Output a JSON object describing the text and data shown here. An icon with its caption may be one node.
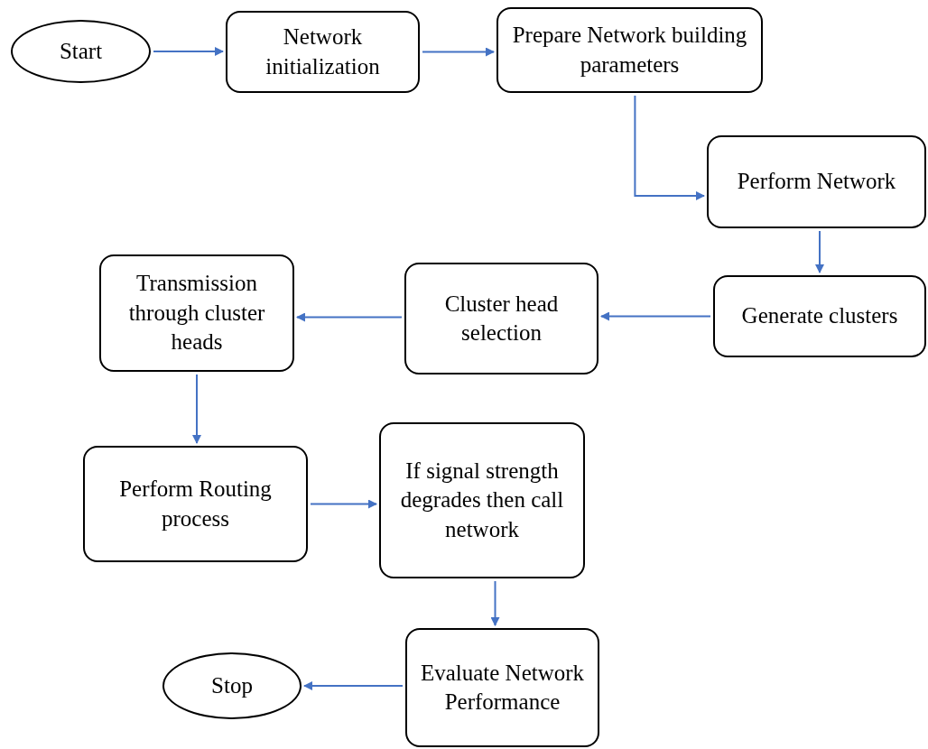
{
  "diagram": {
    "nodes": [
      {
        "text": [
          "Start"
        ]
      },
      {
        "text": [
          "Network initialization"
        ]
      },
      {
        "text": [
          "Prepare Network building parameters"
        ]
      },
      {
        "text": [
          "Perform Network"
        ]
      },
      {
        "text": [
          "Generate clusters"
        ]
      },
      {
        "text": [
          "Cluster head selection"
        ]
      },
      {
        "text": [
          "Transmission through cluster heads"
        ]
      },
      {
        "text": [
          "Perform Routing process"
        ]
      },
      {
        "text": [
          "If signal strength degrades then call network"
        ]
      },
      {
        "text": [
          "Evaluate Network Performance"
        ]
      },
      {
        "text": [
          "Stop"
        ]
      }
    ],
    "edges": [
      {
        "from": 0,
        "to": 1,
        "arrow": "to"
      },
      {
        "from": 1,
        "to": 2,
        "arrow": "to"
      },
      {
        "from": 2,
        "to": 3,
        "arrow": "to"
      },
      {
        "from": 3,
        "to": 4,
        "arrow": "to"
      },
      {
        "from": 4,
        "to": 5,
        "arrow": "to"
      },
      {
        "from": 5,
        "to": 6,
        "arrow": "to"
      },
      {
        "from": 6,
        "to": 7,
        "arrow": "to"
      },
      {
        "from": 7,
        "to": 8,
        "arrow": "to"
      },
      {
        "from": 8,
        "to": 9,
        "arrow": "to"
      },
      {
        "from": 9,
        "to": 10,
        "arrow": "to"
      }
    ]
  }
}
